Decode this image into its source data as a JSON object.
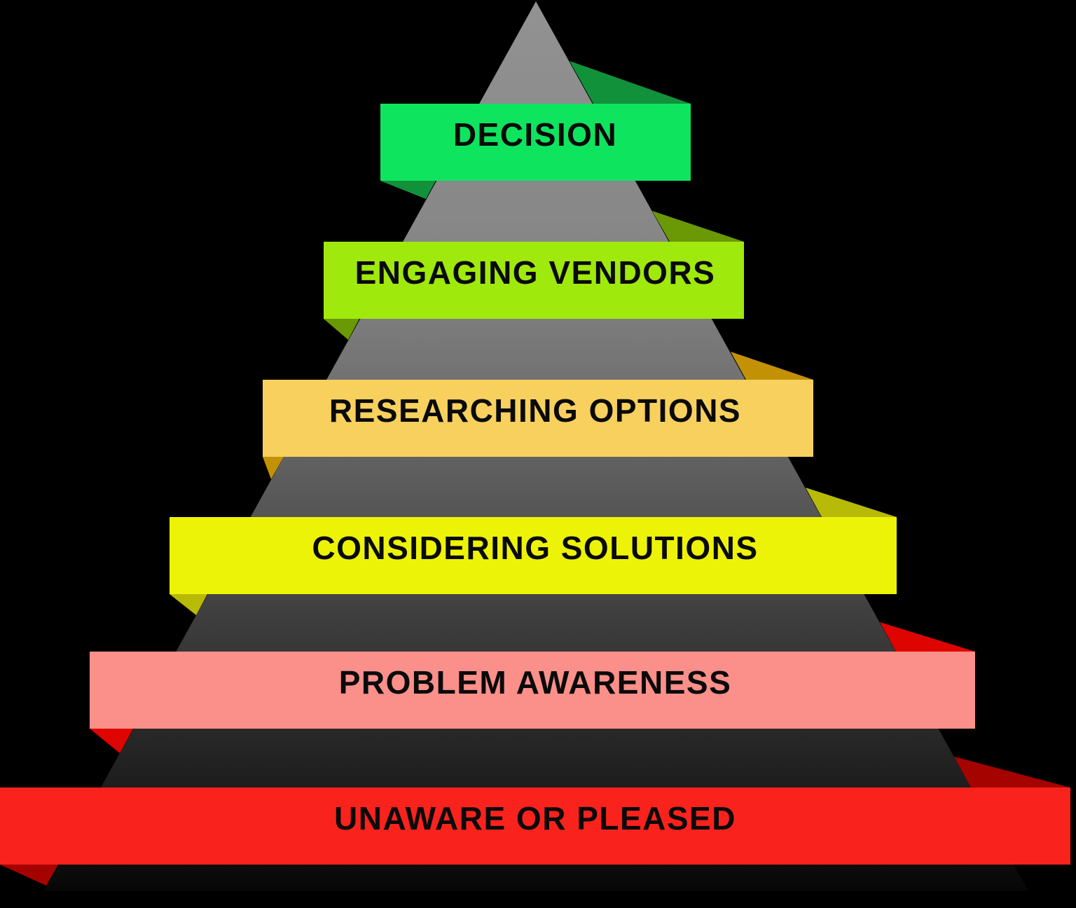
{
  "diagram": {
    "type_label": "buyer-awareness-pyramid",
    "background_color": "#000000",
    "label_text_color": "#0a0a0a",
    "pyramid": {
      "top_color": "#929292",
      "bottom_color": "#070707"
    },
    "stages": [
      {
        "label": "DECISION",
        "colors": {
          "face": "#0fe45f",
          "fold": "#12913b"
        }
      },
      {
        "label": "ENGAGING VENDORS",
        "colors": {
          "face": "#a0e90d",
          "fold": "#6b9905"
        }
      },
      {
        "label": "RESEARCHING OPTIONS",
        "colors": {
          "face": "#f7d05e",
          "fold": "#c39106"
        }
      },
      {
        "label": "CONSIDERING SOLUTIONS",
        "colors": {
          "face": "#edf306",
          "fold": "#b8ba08"
        }
      },
      {
        "label": "PROBLEM AWARENESS",
        "colors": {
          "face": "#fb8f8a",
          "fold": "#de0400"
        }
      },
      {
        "label": "UNAWARE OR PLEASED",
        "colors": {
          "face": "#fa221d",
          "fold": "#a50300"
        }
      }
    ]
  }
}
